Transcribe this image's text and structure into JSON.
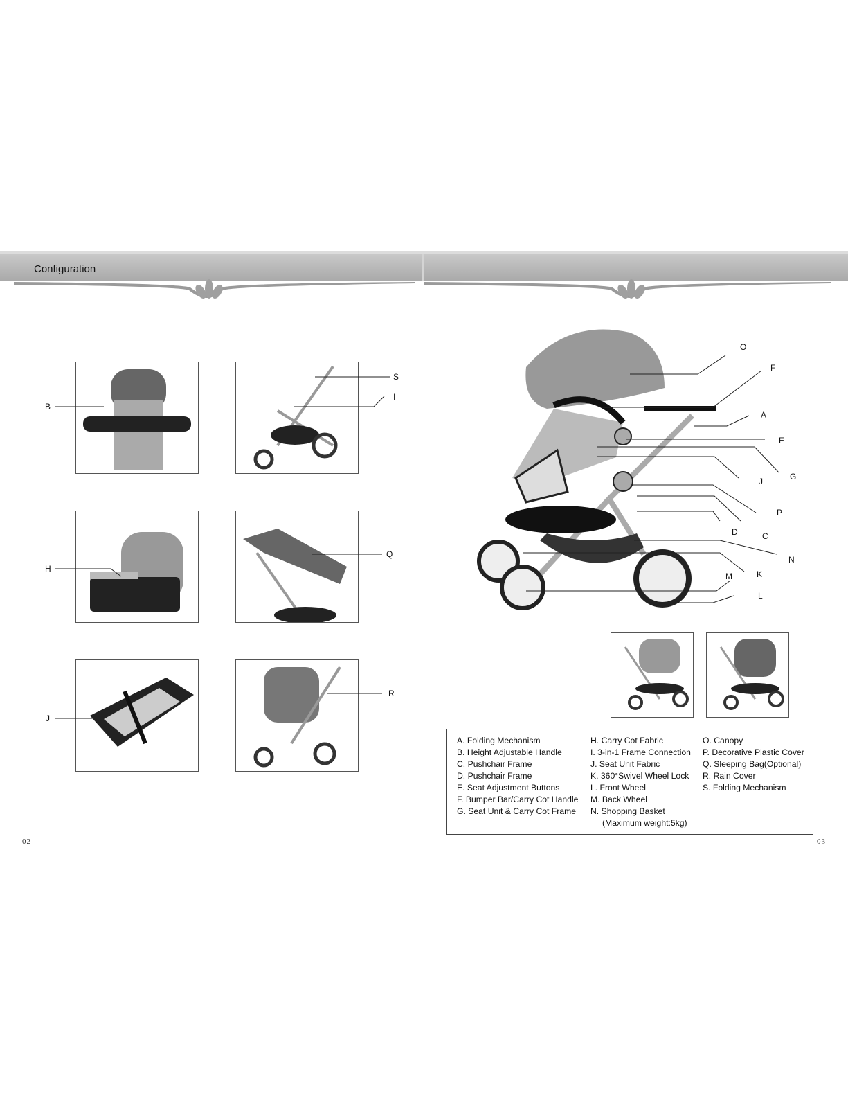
{
  "header": {
    "title": "Configuration"
  },
  "callouts": {
    "B": "B",
    "S": "S",
    "I": "I",
    "H": "H",
    "Q": "Q",
    "J": "J",
    "R": "R",
    "O": "O",
    "F": "F",
    "A": "A",
    "E": "E",
    "G": "G",
    "J2": "J",
    "P": "P",
    "D": "D",
    "C": "C",
    "N": "N",
    "K": "K",
    "M": "M",
    "L": "L"
  },
  "legend": {
    "col1": [
      "A. Folding Mechanism",
      "B. Height Adjustable Handle",
      "C. Pushchair Frame",
      "D. Pushchair Frame",
      "E. Seat Adjustment Buttons",
      "F. Bumper Bar/Carry Cot Handle",
      "G. Seat Unit & Carry Cot Frame"
    ],
    "col2": [
      "H. Carry Cot Fabric",
      "I. 3-in-1 Frame Connection",
      "J. Seat Unit Fabric",
      "K. 360°Swivel Wheel Lock",
      "L. Front Wheel",
      "M. Back Wheel",
      "N. Shopping Basket",
      "(Maximum weight:5kg)"
    ],
    "col3": [
      "O. Canopy",
      "P. Decorative Plastic Cover",
      "Q. Sleeping Bag(Optional)",
      "R. Rain Cover",
      "S. Folding Mechanism"
    ]
  },
  "page_numbers": {
    "left": "02",
    "right": "03"
  }
}
